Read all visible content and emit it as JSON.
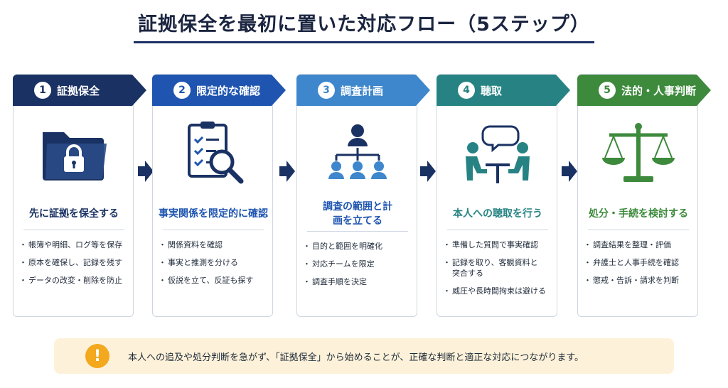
{
  "title": "証拠保全を最初に置いた対応フロー（5ステップ）",
  "colors": {
    "step1": "#1a3263",
    "step2": "#1f55b0",
    "step3": "#3e87cc",
    "step4": "#278383",
    "step5": "#3d8a3c",
    "note_bg": "#fdf2d9",
    "warning": "#f3a81e"
  },
  "steps": [
    {
      "number": "1",
      "label": "証拠保全",
      "icon": "locked-folder-icon",
      "subtitle": "先に証拠を保全する",
      "bullets": [
        "帳簿や明細、ログ等を保存",
        "原本を確保し、記録を残す",
        "データの改変・削除を防止"
      ]
    },
    {
      "number": "2",
      "label": "限定的な確認",
      "icon": "checklist-magnifier-icon",
      "subtitle": "事実関係を限定的に確認",
      "bullets": [
        "関係資料を確認",
        "事実と推測を分ける",
        "仮説を立て、反証も探す"
      ]
    },
    {
      "number": "3",
      "label": "調査計画",
      "icon": "team-hierarchy-icon",
      "subtitle": "調査の範囲と計画を立てる",
      "bullets": [
        "目的と範囲を明確化",
        "対応チームを限定",
        "調査手順を決定"
      ]
    },
    {
      "number": "4",
      "label": "聴取",
      "icon": "interview-icon",
      "subtitle": "本人への聴取を行う",
      "bullets": [
        "準備した質問で事実確認",
        "記録を取り、客観資料と突合する",
        "威圧や長時間拘束は避ける"
      ]
    },
    {
      "number": "5",
      "label": "法的・人事判断",
      "icon": "scales-icon",
      "subtitle": "処分・手続を検討する",
      "bullets": [
        "調査結果を整理・評価",
        "弁護士と人事手続を確認",
        "懲戒・告訴・請求を判断"
      ]
    }
  ],
  "note": {
    "icon": "exclamation-icon",
    "mark": "!",
    "text": "本人への追及や処分判断を急がず、「証拠保全」から始めることが、正確な判断と適正な対応につながります。"
  }
}
